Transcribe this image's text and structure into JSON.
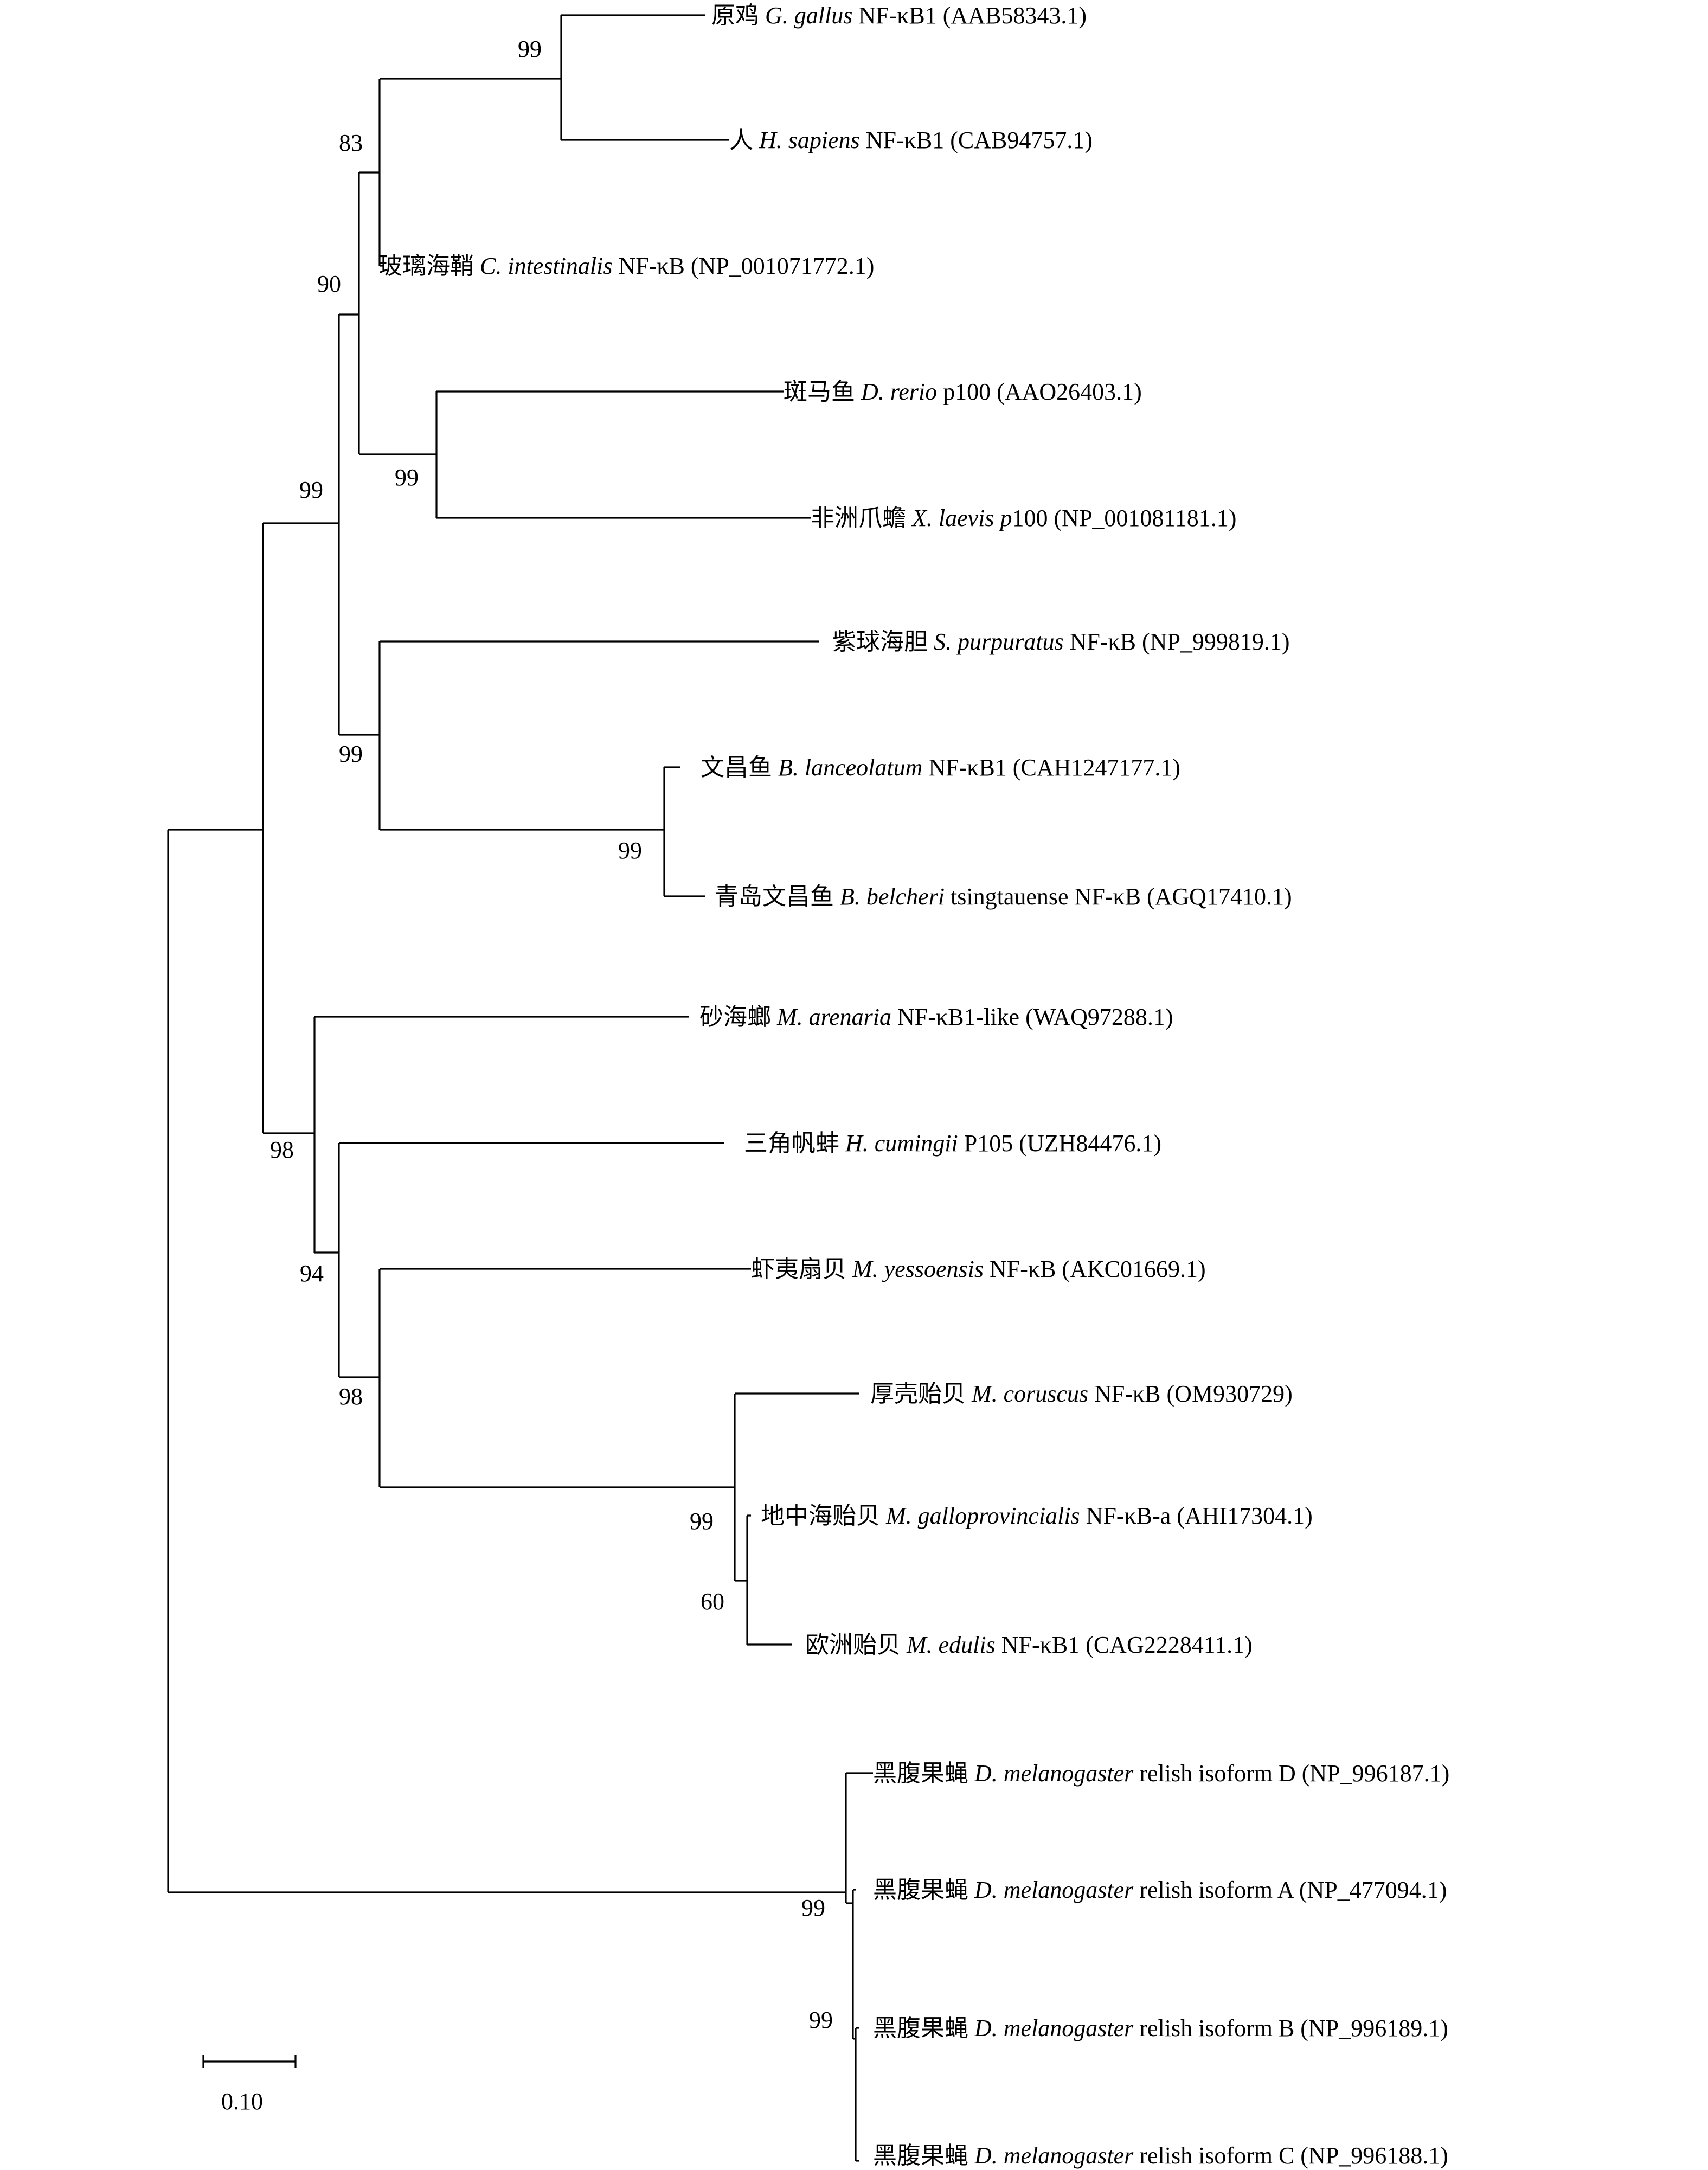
{
  "taxa": [
    {
      "id": "t1",
      "cn": "原鸡",
      "sp": "G. gallus",
      "rest": " NF-κB1 (AAB58343.1)"
    },
    {
      "id": "t2",
      "cn": "人",
      "sp": "H. sapiens",
      "rest": " NF-κB1 (CAB94757.1)"
    },
    {
      "id": "t3",
      "cn": "玻璃海鞘",
      "sp": "C. intestinalis",
      "rest": " NF-κB (NP_001071772.1)"
    },
    {
      "id": "t4",
      "cn": "斑马鱼",
      "sp": "D. rerio",
      "rest": " p100 (AAO26403.1)"
    },
    {
      "id": "t5",
      "cn": "非洲爪蟾",
      "sp": "X. laevis p",
      "rest": "100 (NP_001081181.1)"
    },
    {
      "id": "t6",
      "cn": "紫球海胆",
      "sp": "S. purpuratus",
      "rest": " NF-κB (NP_999819.1)"
    },
    {
      "id": "t7",
      "cn": "文昌鱼",
      "sp": "B. lanceolatum",
      "rest": " NF-κB1 (CAH1247177.1)"
    },
    {
      "id": "t8",
      "cn": "青岛文昌鱼",
      "sp": "B. belcheri",
      "rest": " tsingtauense NF-κB (AGQ17410.1)"
    },
    {
      "id": "t9",
      "cn": "砂海螂",
      "sp": "M. arenaria",
      "rest": " NF-κB1-like (WAQ97288.1)"
    },
    {
      "id": "t10",
      "cn": "三角帆蚌",
      "sp": "H. cumingii",
      "rest": " P105 (UZH84476.1)"
    },
    {
      "id": "t11",
      "cn": "虾夷扇贝",
      "sp": "M. yessoensis",
      "rest": " NF-κB (AKC01669.1)"
    },
    {
      "id": "t12",
      "cn": "厚壳贻贝",
      "sp": "M. coruscus",
      "rest": " NF-κB (OM930729)"
    },
    {
      "id": "t13",
      "cn": "地中海贻贝",
      "sp": "M. galloprovincialis",
      "rest": " NF-κB-a (AHI17304.1)"
    },
    {
      "id": "t14",
      "cn": "欧洲贻贝",
      "sp": "M. edulis",
      "rest": " NF-κB1 (CAG2228411.1)"
    },
    {
      "id": "t15",
      "cn": "黑腹果蝇",
      "sp": "D. melanogaster",
      "rest": " relish isoform D (NP_996187.1)"
    },
    {
      "id": "t16",
      "cn": "黑腹果蝇",
      "sp": "D. melanogaster",
      "rest": " relish isoform A (NP_477094.1)"
    },
    {
      "id": "t17",
      "cn": "黑腹果蝇",
      "sp": "D. melanogaster",
      "rest": " relish isoform B (NP_996189.1)"
    },
    {
      "id": "t18",
      "cn": "黑腹果蝇",
      "sp": "D. melanogaster",
      "rest": " relish isoform C (NP_996188.1)"
    }
  ],
  "bootstrap": [
    {
      "id": "b_gg_hs",
      "value": "99"
    },
    {
      "id": "b_vert",
      "value": "83"
    },
    {
      "id": "b_chord",
      "value": "90"
    },
    {
      "id": "b_dr_xl",
      "value": "99"
    },
    {
      "id": "b_deut",
      "value": "99"
    },
    {
      "id": "b_amph",
      "value": "99"
    },
    {
      "id": "b_echamph",
      "value": "99"
    },
    {
      "id": "b_moll",
      "value": "98"
    },
    {
      "id": "b_moll2",
      "value": "94"
    },
    {
      "id": "b_moll3",
      "value": "98"
    },
    {
      "id": "b_myt",
      "value": "99"
    },
    {
      "id": "b_mg_me",
      "value": "60"
    },
    {
      "id": "b_dm1",
      "value": "99"
    },
    {
      "id": "b_dm2",
      "value": "99"
    }
  ],
  "scale_bar": {
    "label": "0.10"
  }
}
